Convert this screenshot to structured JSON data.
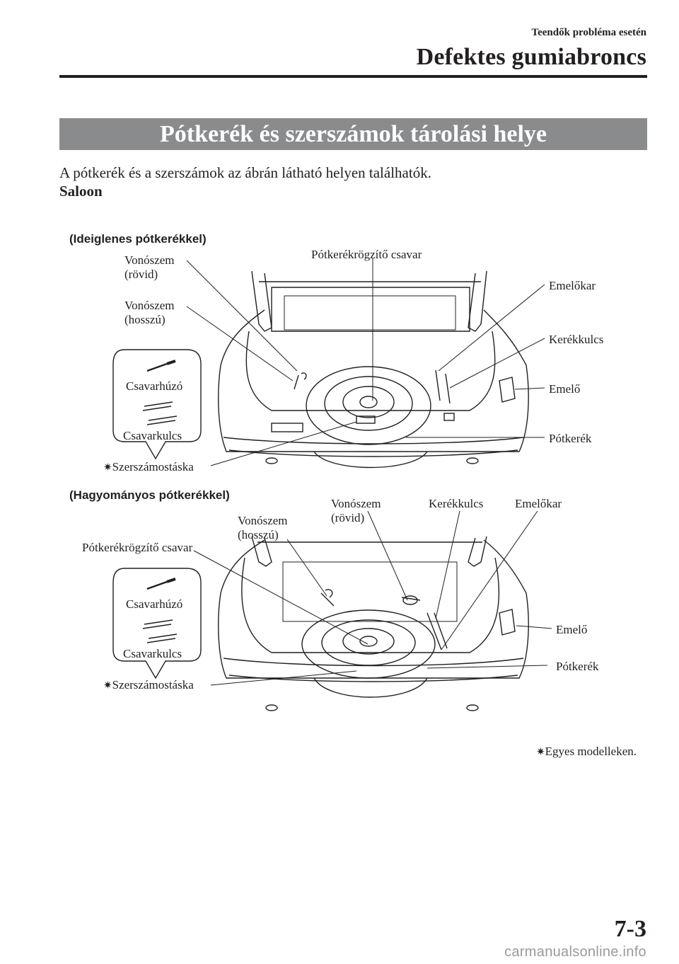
{
  "header": {
    "section": "Teendők probléma esetén",
    "title": "Defektes gumiabroncs"
  },
  "banner": "Pótkerék és szerszámok tárolási helye",
  "intro": "A pótkerék és a szerszámok az ábrán látható helyen találhatók.",
  "subheading": "Saloon",
  "figure1": {
    "caption": "(Ideiglenes pótkerékkel)",
    "labels": {
      "tow_short": "Vonószem\n(rövid)",
      "tow_long": "Vonószem\n(hosszú)",
      "lug_bolt": "Pótkerékrögzítő csavar",
      "jack_handle": "Emelőkar",
      "lug_wrench": "Kerékkulcs",
      "jack": "Emelő",
      "spare": "Pótkerék",
      "screwdriver": "Csavarhúzó",
      "spanner": "Csavarkulcs",
      "tool_bag": "Szerszámostáska"
    }
  },
  "figure2": {
    "caption": "(Hagyományos pótkerékkel)",
    "labels": {
      "tow_long": "Vonószem\n(hosszú)",
      "tow_short": "Vonószem\n(rövid)",
      "lug_wrench": "Kerékkulcs",
      "jack_handle": "Emelőkar",
      "lug_bolt": "Pótkerékrögzítő csavar",
      "jack": "Emelő",
      "spare": "Pótkerék",
      "screwdriver": "Csavarhúzó",
      "spanner": "Csavarkulcs",
      "tool_bag": "Szerszámostáska"
    }
  },
  "footnote": "Egyes modelleken.",
  "footnote_marker": "✷",
  "page_number": "7-3",
  "watermark": "carmanualsonline.info"
}
